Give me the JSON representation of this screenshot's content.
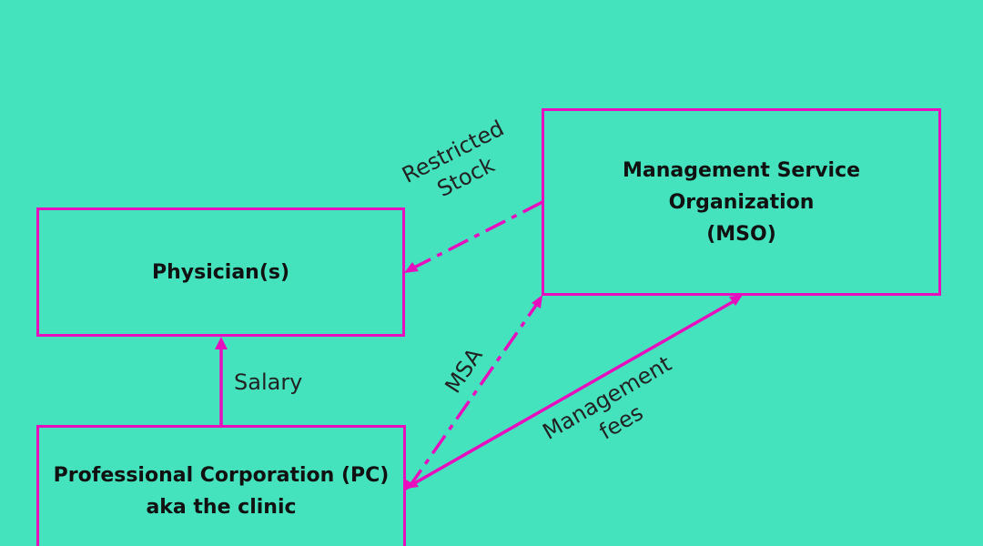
{
  "colors": {
    "background": "#44E3BE",
    "accent": "#E70FBD",
    "text": "#111111"
  },
  "nodes": {
    "physicians": {
      "title": "Physician(s)"
    },
    "mso": {
      "title": "Management Service\nOrganization\n(MSO)"
    },
    "pc": {
      "title": "Professional Corporation (PC)\naka the clinic"
    }
  },
  "edges": {
    "restricted_stock": {
      "label": "Restricted\nStock",
      "from": "mso",
      "to": "physicians",
      "style": "dashed"
    },
    "salary": {
      "label": "Salary",
      "from": "pc",
      "to": "physicians",
      "style": "solid"
    },
    "msa": {
      "label": "MSA",
      "from": "pc",
      "to": "mso",
      "style": "dashed"
    },
    "management_fees": {
      "label": "Management\nfees",
      "from": "pc",
      "to": "mso",
      "style": "solid"
    }
  }
}
